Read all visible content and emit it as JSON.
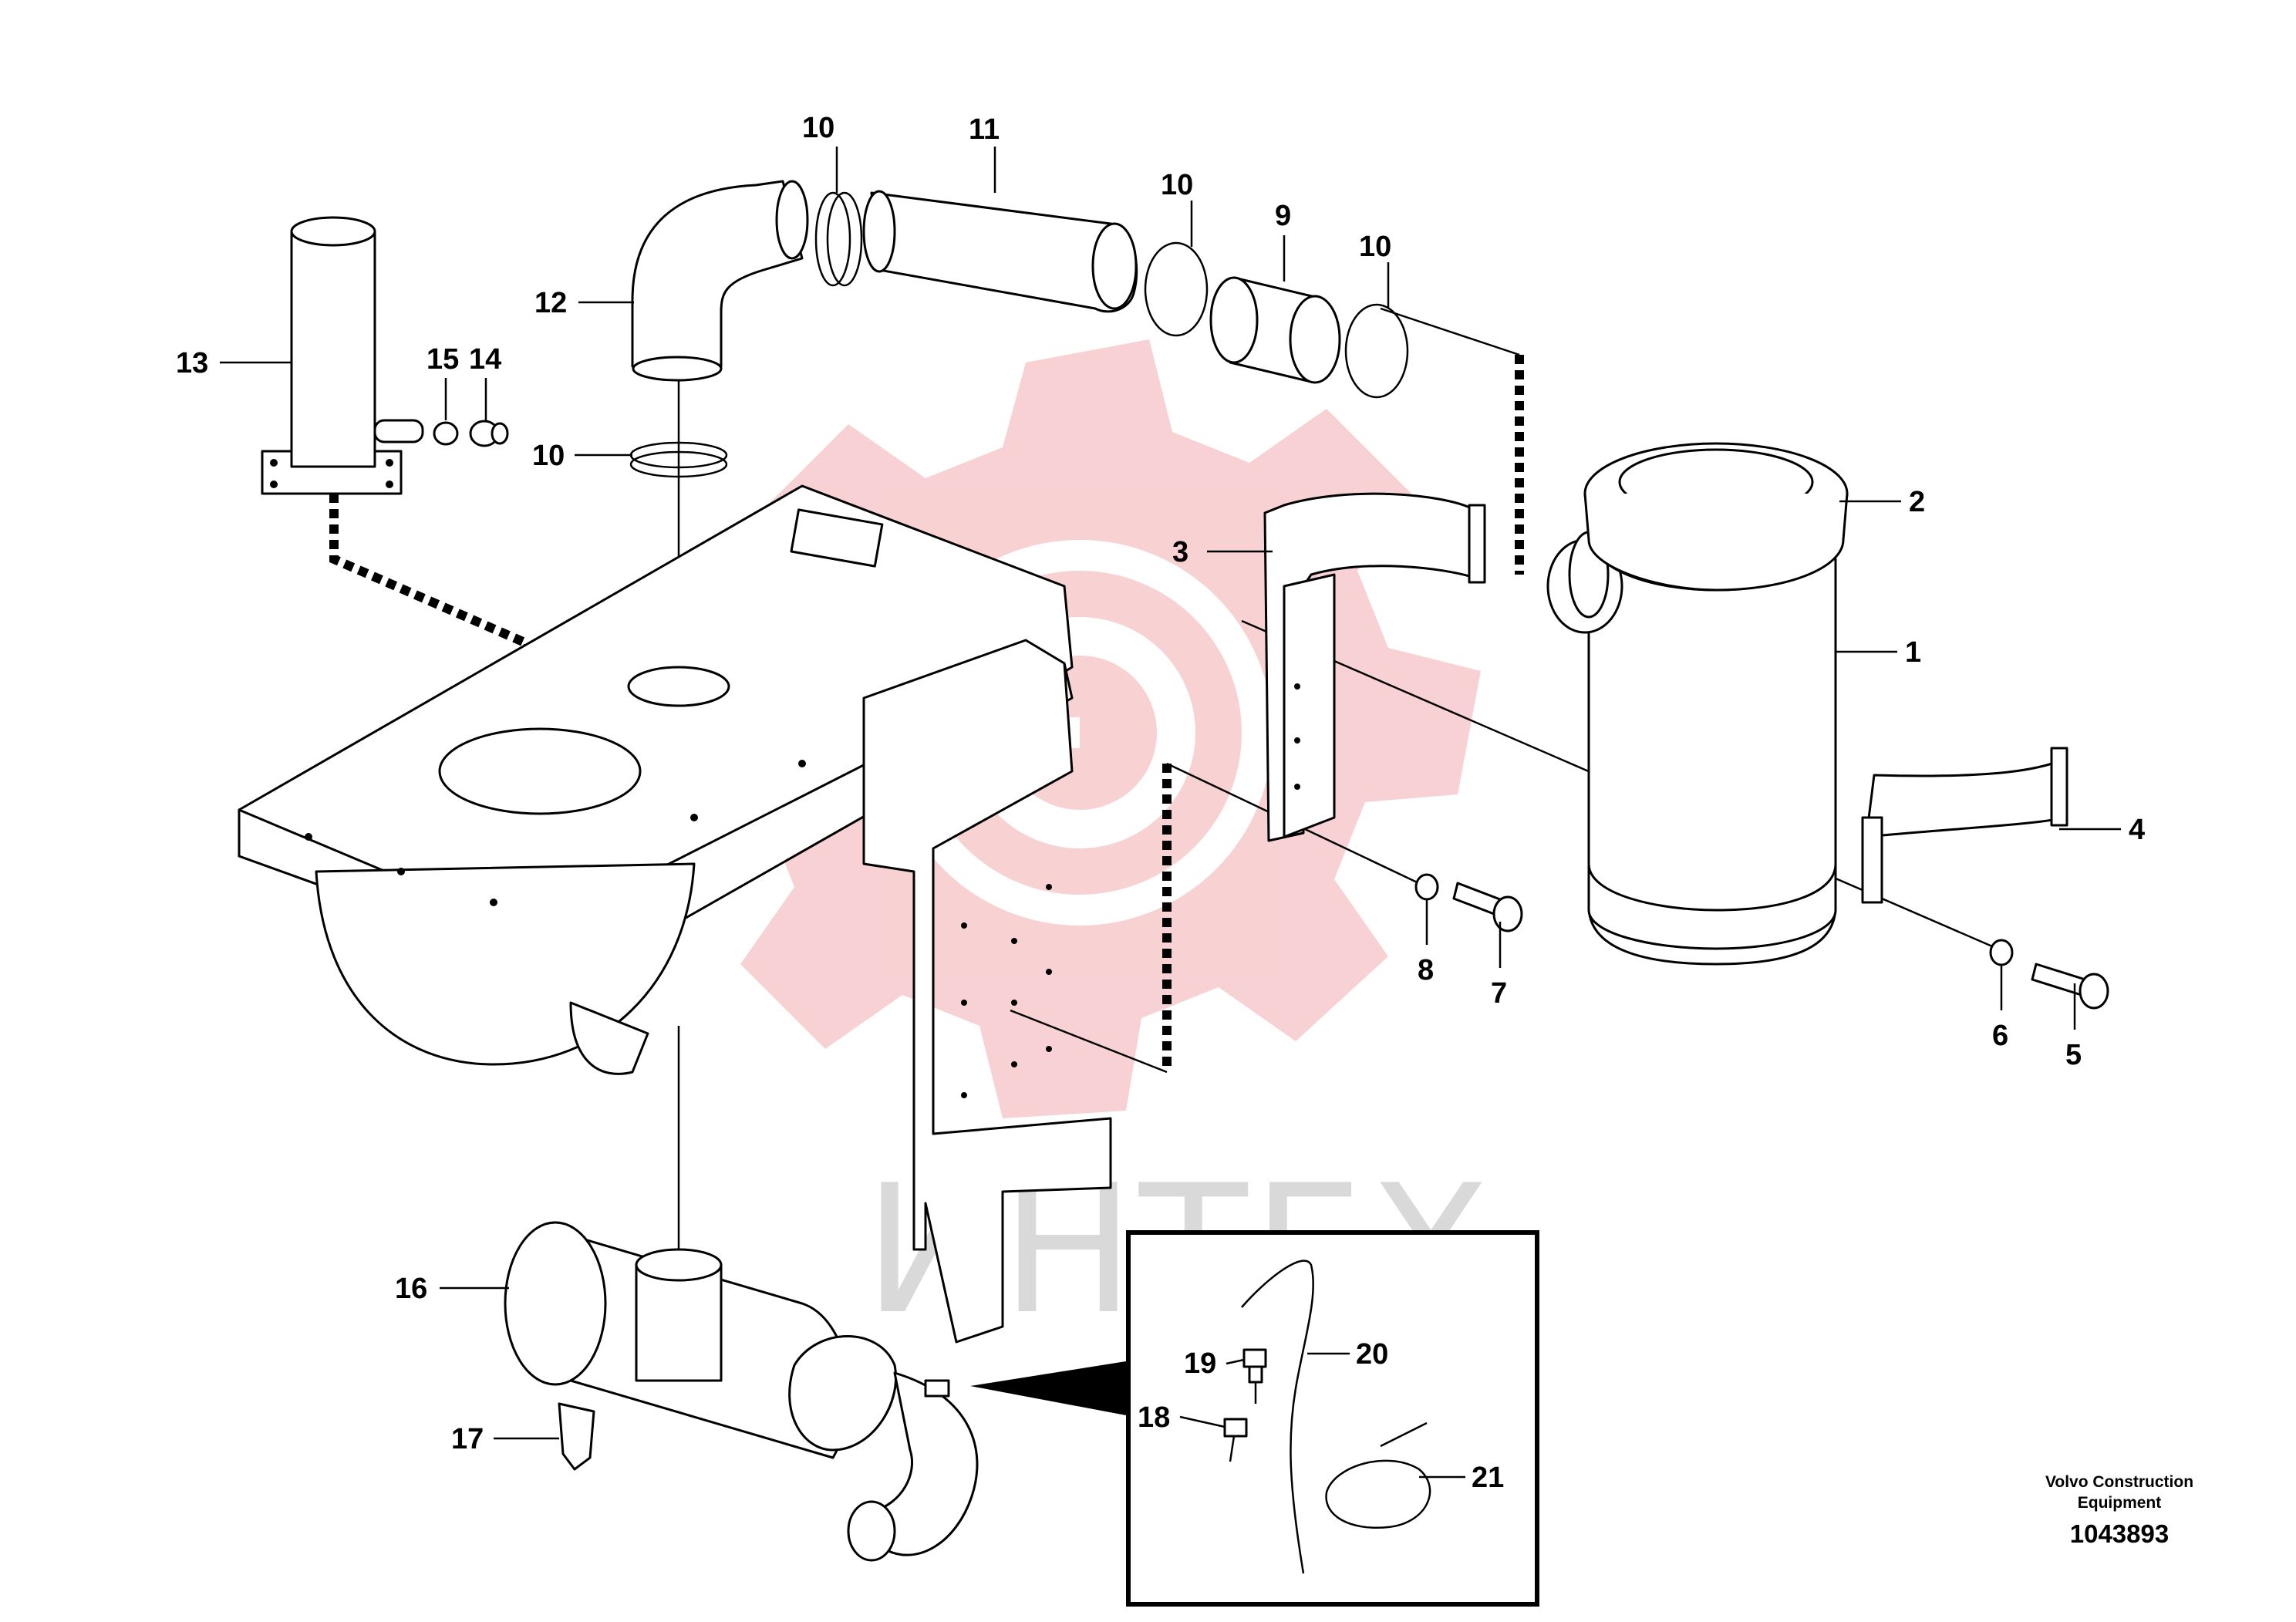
{
  "watermark": {
    "text": "ИНТЕХ",
    "gear_color": "#f7c9cc",
    "text_color": "#d9d9d9"
  },
  "callouts": [
    {
      "id": "c1",
      "label": "1"
    },
    {
      "id": "c2",
      "label": "2"
    },
    {
      "id": "c3",
      "label": "3"
    },
    {
      "id": "c4",
      "label": "4"
    },
    {
      "id": "c5",
      "label": "5"
    },
    {
      "id": "c6",
      "label": "6"
    },
    {
      "id": "c7",
      "label": "7"
    },
    {
      "id": "c8",
      "label": "8"
    },
    {
      "id": "c9",
      "label": "9"
    },
    {
      "id": "c10a",
      "label": "10"
    },
    {
      "id": "c10b",
      "label": "10"
    },
    {
      "id": "c10c",
      "label": "10"
    },
    {
      "id": "c10d",
      "label": "10"
    },
    {
      "id": "c11",
      "label": "11"
    },
    {
      "id": "c12",
      "label": "12"
    },
    {
      "id": "c13",
      "label": "13"
    },
    {
      "id": "c14",
      "label": "14"
    },
    {
      "id": "c15",
      "label": "15"
    },
    {
      "id": "c16",
      "label": "16"
    },
    {
      "id": "c17",
      "label": "17"
    },
    {
      "id": "c18",
      "label": "18"
    },
    {
      "id": "c19",
      "label": "19"
    },
    {
      "id": "c20",
      "label": "20"
    },
    {
      "id": "c21",
      "label": "21"
    }
  ],
  "footer": {
    "brand_line1": "Volvo Construction",
    "brand_line2": "Equipment",
    "doc_number": "1043893"
  }
}
